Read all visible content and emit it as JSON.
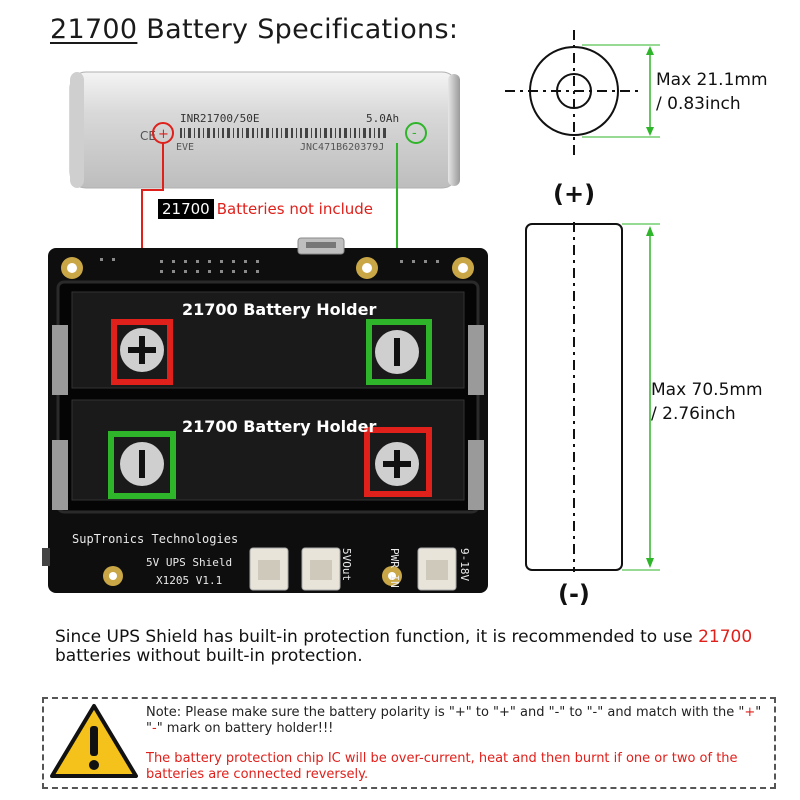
{
  "title": {
    "number": "21700",
    "rest": " Battery Specifications:"
  },
  "battery_cell": {
    "model": "INR21700/50E",
    "capacity": "5.0Ah",
    "brand": "EVE",
    "serial": "JNC471B620379J",
    "plus_mark": "+",
    "minus_mark": "-",
    "cert_mark": "CE"
  },
  "cell_label": {
    "tag": "21700",
    "text": "Batteries not include"
  },
  "dimensions": {
    "diameter_line1": "Max 21.1mm",
    "diameter_line2": "/ 0.83inch",
    "length_line1": "Max 70.5mm",
    "length_line2": "/ 2.76inch",
    "plus_symbol": "(+)",
    "minus_symbol": "(-)"
  },
  "holders": [
    {
      "label": "21700 Battery Holder"
    },
    {
      "label": "21700 Battery Holder"
    }
  ],
  "board": {
    "brand": "SupTronics Technologies",
    "product_line1": "5V UPS Shield",
    "product_line2": "X1205 V1.1",
    "out_label": "5VOut",
    "pwr_label": "PWR IN",
    "volt_label": "9-18V"
  },
  "description": {
    "part1": "Since UPS Shield has built-in protection function, it is recommended to use ",
    "highlight": "21700",
    "part2": " batteries without built-in protection."
  },
  "note": {
    "line_a": "Note: Please make sure the battery polarity is \"+\" to \"+\" and \"-\" to \"-\" and match with the \"",
    "plus": "+",
    "mid": "\" \"",
    "minus": "-",
    "line_b": "\" mark on battery holder!!!",
    "warning": "The battery protection chip IC will be over-current, heat and then burnt if one or two of the batteries are connected reversely."
  },
  "colors": {
    "red": "#e0201b",
    "green": "#2fb52a",
    "pcb": "#0e0e0e"
  }
}
